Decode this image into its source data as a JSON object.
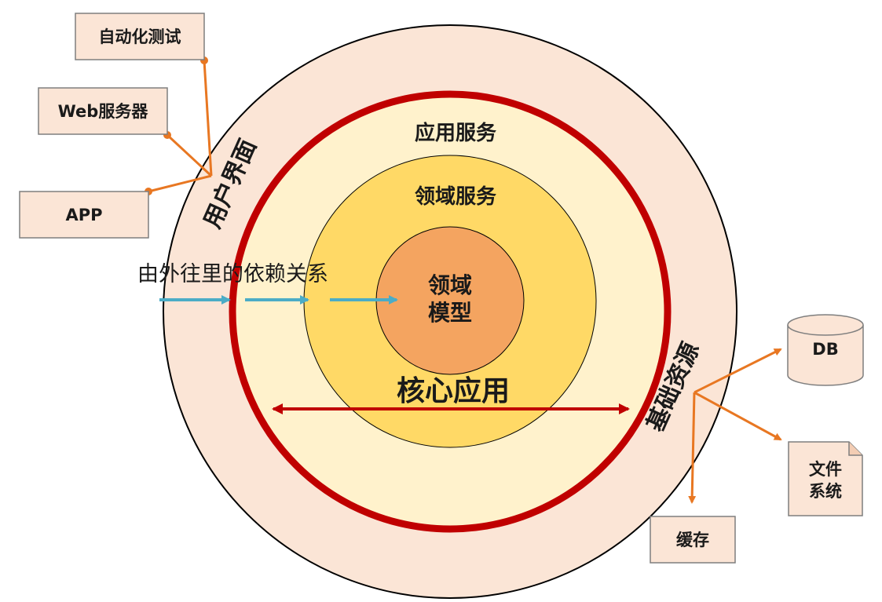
{
  "layers": {
    "infrastructure": "基础资源",
    "ui": "用户界面",
    "application_service": "应用服务",
    "domain_service": "领域服务",
    "domain_model_line1": "领域",
    "domain_model_line2": "模型",
    "core_app": "核心应用"
  },
  "dependency_label": "由外往里的依赖关系",
  "ui_clients": {
    "auto_test": "自动化测试",
    "web_server": "Web服务器",
    "app": "APP"
  },
  "resources": {
    "db": "DB",
    "file_system_line1": "文件",
    "file_system_line2": "系统",
    "cache": "缓存"
  },
  "colors": {
    "outer_ring": "#fbe5d6",
    "core_boundary": "#c00000",
    "app_service_fill": "#fff2cc",
    "domain_service_fill": "#ffd966",
    "domain_model_fill": "#f4a460",
    "connector": "#e87722",
    "dependency_arrow": "#4bacc6",
    "box_fill": "#fbe5d6"
  }
}
